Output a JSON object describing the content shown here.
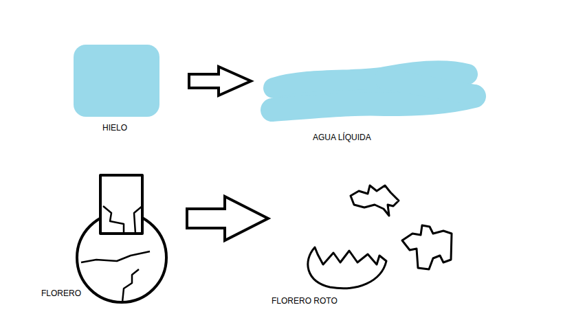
{
  "diagram": {
    "nodes": [
      {
        "text": [
          "HIELO"
        ]
      },
      {
        "text": [
          "AGUA LÍQUIDA"
        ]
      },
      {
        "text": [
          "FLORERO"
        ]
      },
      {
        "text": [
          "FLORERO ROTO"
        ]
      }
    ],
    "edges": [
      {
        "from": 0,
        "to": 1,
        "arrow": "to"
      },
      {
        "from": 2,
        "to": 3,
        "arrow": "to"
      }
    ]
  }
}
